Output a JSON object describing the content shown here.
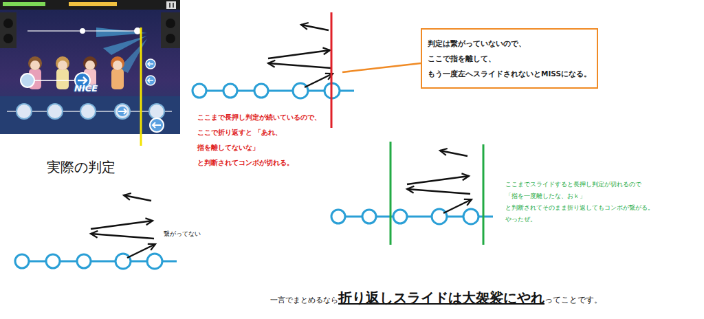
{
  "diagram": {
    "nodes": [
      {
        "text": [
          "判定は繋がっていないので、ここで指を離して、 もう一度左へスライドされないとMISSになる。"
        ]
      }
    ],
    "labels": [
      "NICE",
      "ここまで長押し判定が続いているので、 ここで折り返すと 「あれ、指を離してないな」 と判断されてコンボが切れる。",
      "実際の判定",
      "繋がってない",
      "ここまでスライドすると長押し判定が切れるので 「指を一度離したな、おｋ」 と判断されてそのまま折り返してもコンボが繋がる。 やったぜ。",
      "一言でまとめるなら",
      "折り返しスライドは大袈裟にやれ",
      "ってことです。"
    ]
  }
}
